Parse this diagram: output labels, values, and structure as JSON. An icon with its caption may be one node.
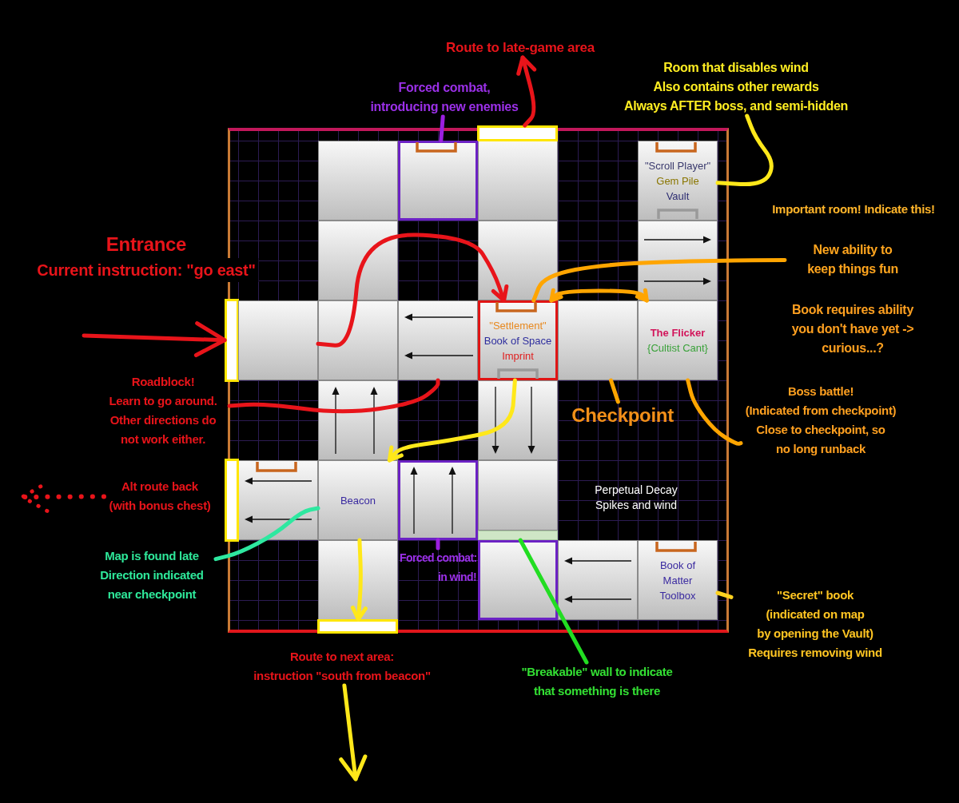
{
  "diagram": {
    "nodes": [
      {
        "text": [
          "Route to late-game area"
        ]
      },
      {
        "text": [
          "Forced combat, introducing new enemies"
        ]
      },
      {
        "text": [
          "Room that disables wind Also contains other rewards Always AFTER boss, and semi-hidden"
        ]
      },
      {
        "text": [],
        "shape": "bar"
      },
      {
        "text": [],
        "shape": "box"
      },
      {
        "text": [
          "\"Scroll Player\"",
          "Gem Pile",
          "Vault"
        ]
      },
      {
        "text": [
          "New ability to keep things fun"
        ]
      },
      {
        "text": [],
        "shape": "bar"
      },
      {
        "text": [],
        "shape": "box"
      },
      {
        "text": [],
        "shape": "box"
      },
      {
        "text": [
          "\"Settlement\"",
          "Book of Space",
          "Imprint"
        ]
      },
      {
        "text": [],
        "shape": "box"
      },
      {
        "text": [
          "The Flicker",
          "{Cultist Cant}"
        ]
      },
      {
        "text": [
          "Roadblock! Learn to go around. Other directions do not work either."
        ]
      },
      {
        "text": [
          "Checkpoint"
        ]
      },
      {
        "text": [
          "Boss battle! (Indicated from checkpoint) Close to checkpoint, so no long runback"
        ]
      },
      {
        "text": [
          "Alt route back (with bonus chest)"
        ]
      },
      {
        "text": [
          "Beacon"
        ]
      },
      {
        "text": [],
        "shape": "box"
      },
      {
        "text": [],
        "shape": "bar"
      },
      {
        "text": [
          "Map is found late Direction indicated near checkpoint"
        ]
      },
      {
        "text": [
          "Forced combat: in wind!"
        ]
      },
      {
        "text": [
          "Book of Matter",
          "Toolbox"
        ]
      },
      {
        "text": [
          "\"Secret\" book (indicated on map by opening the Vault) Requires removing wind"
        ]
      },
      {
        "text": [],
        "shape": "bar"
      },
      {
        "text": [
          "Route to next area: instruction \"south from beacon\""
        ]
      },
      {
        "text": [
          "\"Breakable\" wall to indicate that something is there"
        ]
      }
    ],
    "edges": [
      {
        "from": 3,
        "to": 0,
        "arrow": "to",
        "color": "#e8141a"
      },
      {
        "from": 1,
        "to": 4,
        "arrow": "none",
        "color": "#9b1fe0"
      },
      {
        "from": 2,
        "to": 5,
        "arrow": "none",
        "color": "#ffe81a"
      },
      {
        "from": 6,
        "to": 10,
        "arrow": "none",
        "color": "#ffa500"
      },
      {
        "from": null,
        "to": 7,
        "arrow": "to",
        "color": "#e8141a"
      },
      {
        "from": 8,
        "to": 10,
        "arrow": "to",
        "color": "#e8141a"
      },
      {
        "from": 10,
        "to": 12,
        "arrow": "both",
        "color": "#ffa500"
      },
      {
        "from": 13,
        "to": 9,
        "arrow": "none",
        "color": "#e8141a"
      },
      {
        "from": 14,
        "to": 11,
        "arrow": "none",
        "color": "#ffa500"
      },
      {
        "from": 15,
        "to": 12,
        "arrow": "none",
        "color": "#ffa500"
      },
      {
        "from": 16,
        "to": null,
        "arrow": "to",
        "style": "dashed",
        "color": "#e8141a"
      },
      {
        "from": 10,
        "to": 17,
        "arrow": "to",
        "color": "#ffe81a"
      },
      {
        "from": 17,
        "to": 24,
        "arrow": "to",
        "color": "#ffe81a"
      },
      {
        "from": 20,
        "to": 17,
        "arrow": "none",
        "color": "#2ee8a0"
      },
      {
        "from": 21,
        "to": 18,
        "arrow": "none",
        "color": "#9b1fe0"
      },
      {
        "from": 23,
        "to": 22,
        "arrow": "none",
        "color": "#ffd21f"
      },
      {
        "from": 26,
        "to": 19,
        "arrow": "none",
        "color": "#22dd22"
      },
      {
        "from": 25,
        "to": null,
        "arrow": "to",
        "color": "#ffe81a"
      }
    ],
    "labels": [
      "Important room! Indicate this!",
      "Entrance",
      "Current instruction: \"go east\"",
      "Book requires ability you don't have yet -> curious...?",
      "Perpetual Decay",
      "Spikes and wind"
    ]
  }
}
